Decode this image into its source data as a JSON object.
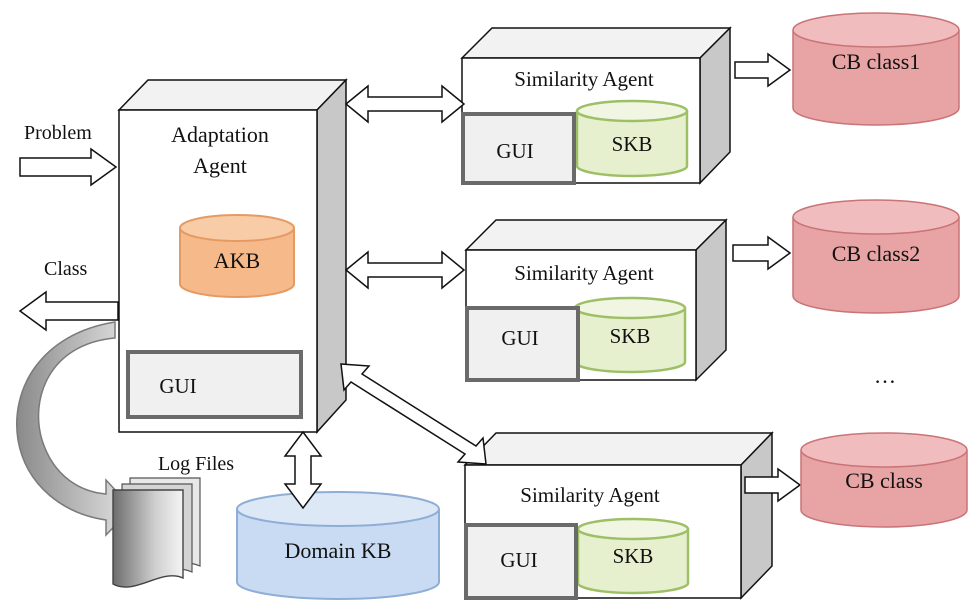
{
  "labels": {
    "problem": "Problem",
    "class": "Class",
    "log_files": "Log Files",
    "ellipsis": "…"
  },
  "adaptation_agent": {
    "title_line1": "Adaptation",
    "title_line2": "Agent",
    "akb": "AKB",
    "gui": "GUI"
  },
  "domain_kb": "Domain KB",
  "similarity_agents": [
    {
      "title": "Similarity Agent",
      "gui": "GUI",
      "skb": "SKB",
      "cb": "CB class1"
    },
    {
      "title": "Similarity Agent",
      "gui": "GUI",
      "skb": "SKB",
      "cb": "CB class2"
    },
    {
      "title": "Similarity Agent",
      "gui": "GUI",
      "skb": "SKB",
      "cb": "CB class"
    }
  ],
  "colors": {
    "akb": "#f5b98a",
    "akb_stroke": "#e69a63",
    "skb": "#e6f0cf",
    "skb_stroke": "#9dbf66",
    "cb": "#e8a3a5",
    "cb_stroke": "#c97477",
    "domain_kb": "#c9dbf2",
    "domain_kb_stroke": "#8eaed6",
    "gui_fill": "#f0f0f0",
    "gui_stroke": "#6a6a6a",
    "box_side": "#c8c8c8",
    "box_top": "#f2f2f2"
  }
}
